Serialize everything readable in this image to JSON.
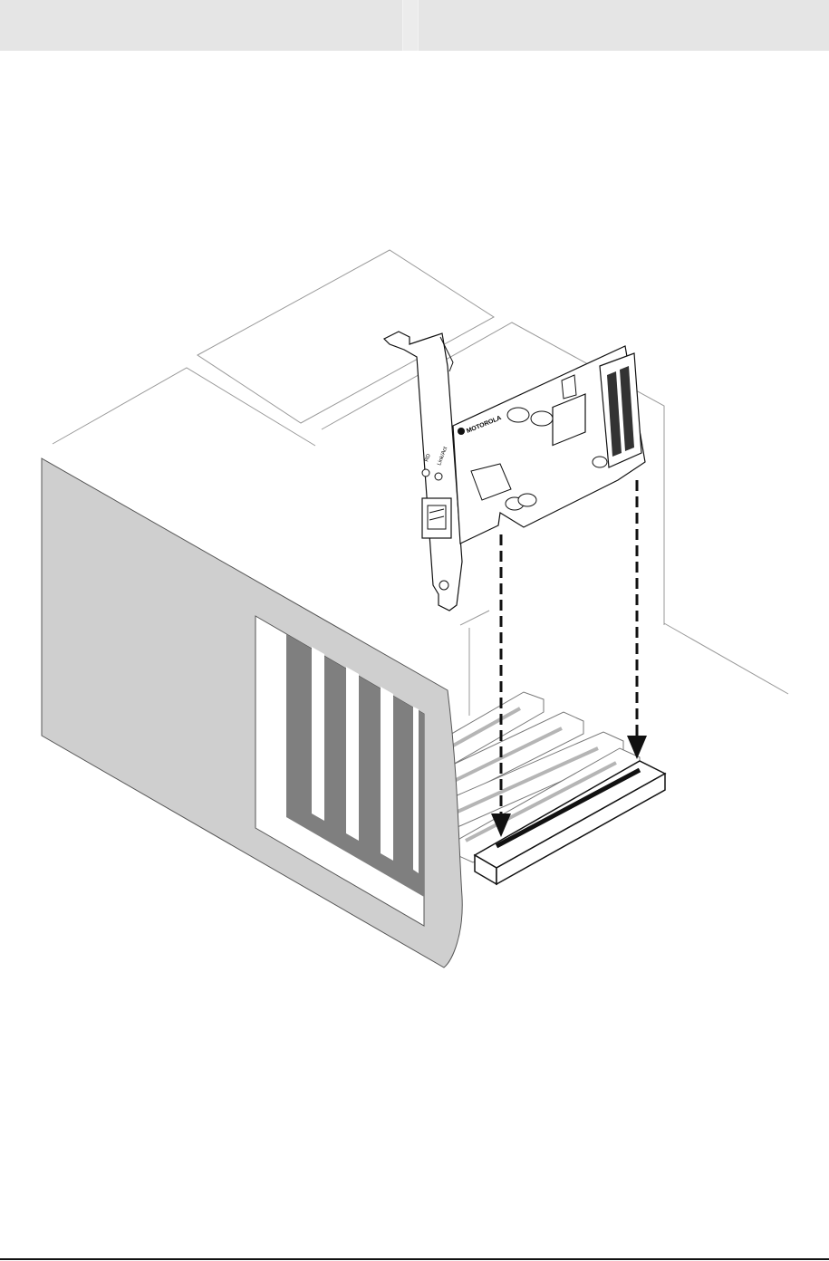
{
  "header": {
    "left_text": "",
    "right_text": ""
  },
  "figure": {
    "card_logo_text": "MOTOROLA",
    "led_label_1": "RD",
    "led_label_2": "Link/Act"
  },
  "colors": {
    "header": "#e5e5e5",
    "case_panel": "#cfcfcf",
    "slot_dark": "#7f7f7f",
    "line": "#9a9a9a",
    "ink": "#111111"
  }
}
